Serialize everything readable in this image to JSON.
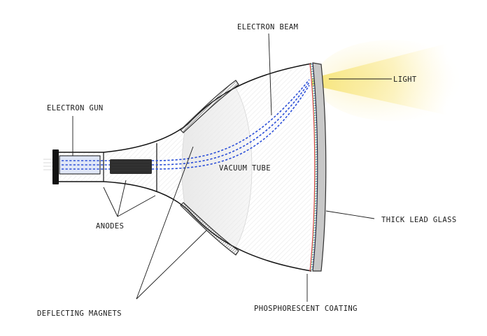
{
  "labels": {
    "electron_beam": "ELECTRON BEAM",
    "light": "LIGHT",
    "electron_gun": "ELECTRON GUN",
    "vacuum_tube": "VACUUM TUBE",
    "thick_lead_glass": "THICK LEAD GLASS",
    "anodes": "ANODES",
    "deflecting_magnets": "DEFLECTING MAGNETS",
    "phosphorescent_coating": "PHOSPHORESCENT COATING"
  },
  "colors": {
    "beam": "#2b4fd8",
    "light_glow": "#f7e27a",
    "glass": "#c8c8c8",
    "magnet": "#8a8a8a",
    "gun_block": "#2e2e2e",
    "tube_shade": "#e3e3e3"
  }
}
